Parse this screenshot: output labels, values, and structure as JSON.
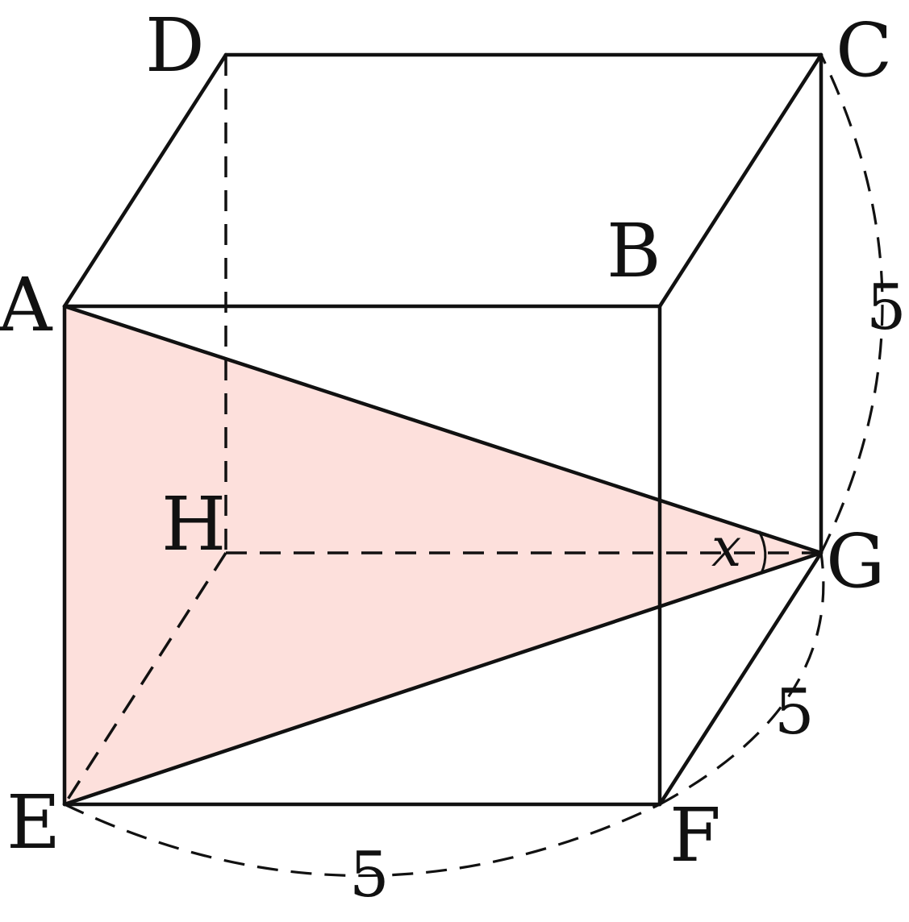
{
  "vertices": {
    "A": "A",
    "B": "B",
    "C": "C",
    "D": "D",
    "E": "E",
    "F": "F",
    "G": "G",
    "H": "H"
  },
  "dimensions": {
    "ef": "5",
    "fg": "5",
    "gc": "5"
  },
  "angle": {
    "label": "x"
  },
  "colors": {
    "triangle_fill": "#fde0dc",
    "line": "#111111"
  }
}
